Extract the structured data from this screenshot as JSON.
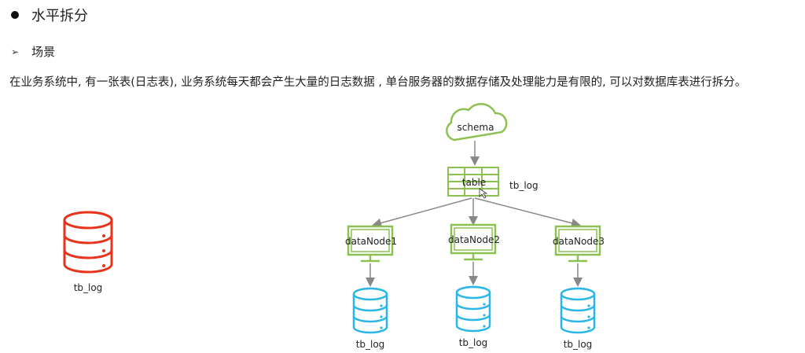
{
  "heading": {
    "title": "水平拆分"
  },
  "section": {
    "label": "场景"
  },
  "paragraph": "在业务系统中, 有一张表(日志表), 业务系统每天都会产生大量的日志数据 , 单台服务器的数据存储及处理能力是有限的, 可以对数据库表进行拆分。",
  "diagram": {
    "source_db_label": "tb_log",
    "schema_label": "schema",
    "table_label": "table",
    "table_name": "tb_log",
    "nodes": [
      {
        "name": "dataNode1",
        "db_label": "tb_log"
      },
      {
        "name": "dataNode2",
        "db_label": "tb_log"
      },
      {
        "name": "dataNode3",
        "db_label": "tb_log"
      }
    ],
    "colors": {
      "source_db": "#e8341c",
      "green": "#8cc152",
      "blue": "#29b6e8",
      "arrow": "#888888"
    }
  }
}
